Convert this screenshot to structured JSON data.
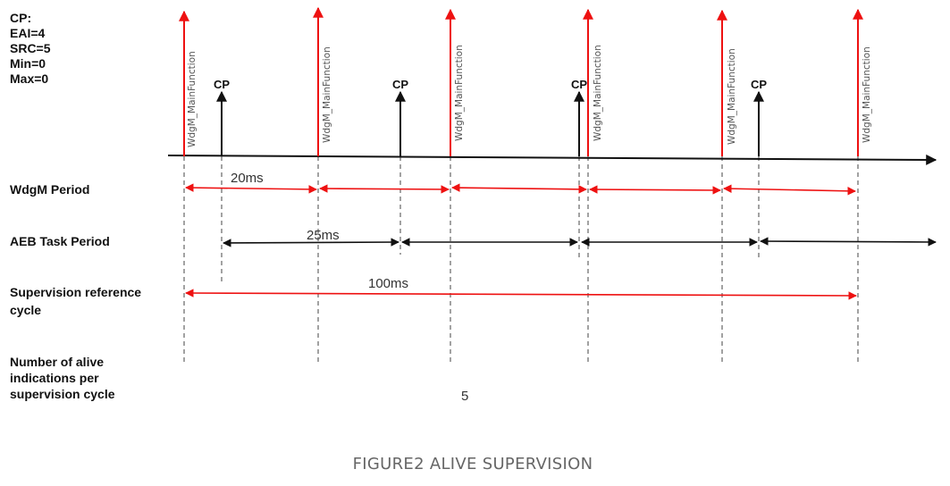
{
  "params": {
    "lines": [
      "CP:",
      "EAI=4",
      "SRC=5",
      "Min=0",
      "Max=0"
    ]
  },
  "rows": {
    "wdgm_period": [
      "WdgM Period"
    ],
    "aeb_task_period": [
      "AEB Task Period"
    ],
    "supervision_reference_cycle": [
      "Supervision reference",
      "cycle"
    ],
    "alive_indications": [
      "Number of alive",
      "indications per",
      "supervision cycle"
    ]
  },
  "wdgm_mainfunction_label": "WdgM_MainFunction",
  "cp_label": "CP",
  "wdgm_period_label": "20ms",
  "aeb_task_period_label": "25ms",
  "supervision_cycle_label": "100ms",
  "alive_indication_count": "5",
  "caption": "FIGURE2 ALIVE SUPERVISION",
  "colors": {
    "wdgm_arrow": "#ee1111",
    "cp_arrow": "#111111",
    "timeline": "#111111",
    "guide": "#444444"
  }
}
